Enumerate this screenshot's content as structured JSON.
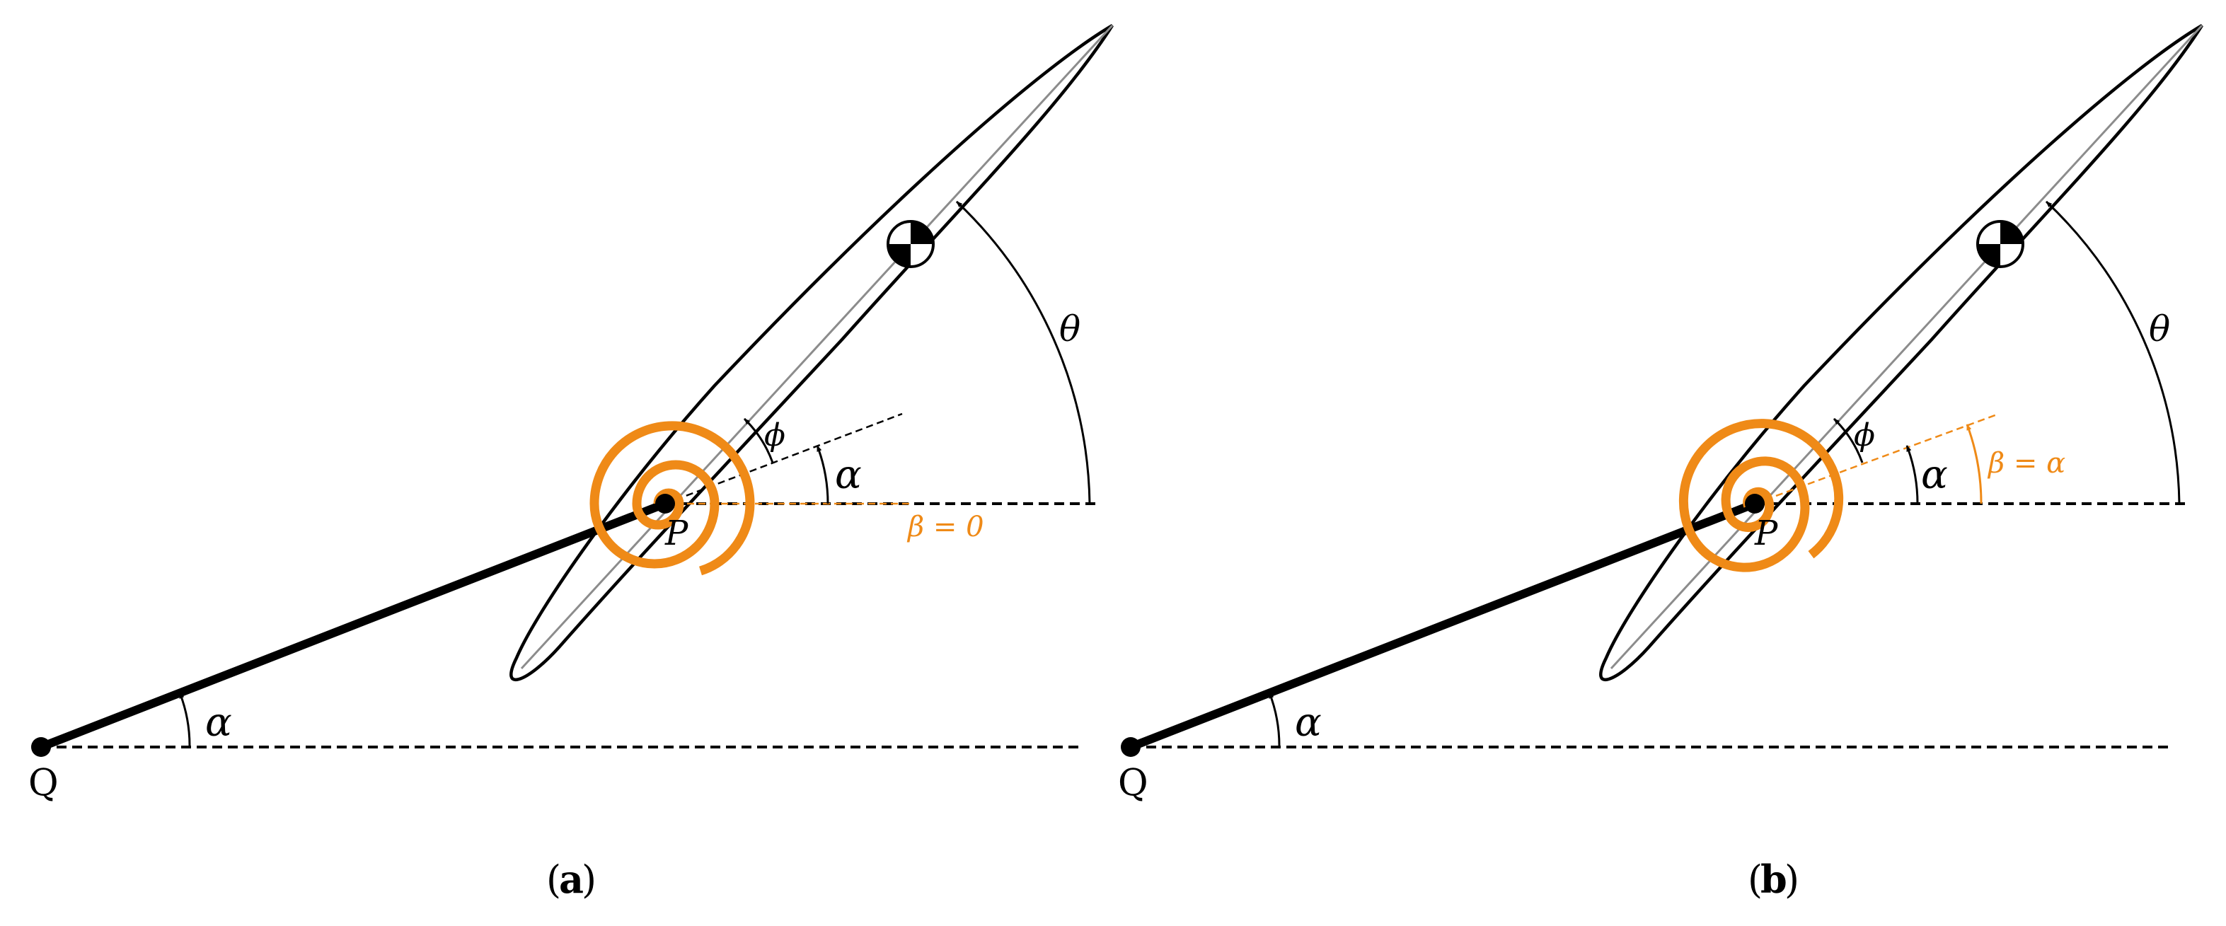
{
  "colors": {
    "ink": "#000000",
    "spring": "#ef8a17",
    "chord": "#8c8c8c"
  },
  "panels": [
    {
      "id": "a",
      "caption_letter": "a",
      "labels": {
        "pivot_q": "Q",
        "pivot_p": "P",
        "alpha_arm": "α",
        "alpha_body": "α",
        "phi": "ϕ",
        "theta": "θ",
        "beta": "β = 0"
      }
    },
    {
      "id": "b",
      "caption_letter": "b",
      "labels": {
        "pivot_q": "Q",
        "pivot_p": "P",
        "alpha_arm": "α",
        "alpha_body": "α",
        "phi": "ϕ",
        "theta": "θ",
        "beta": "β = α"
      }
    }
  ]
}
